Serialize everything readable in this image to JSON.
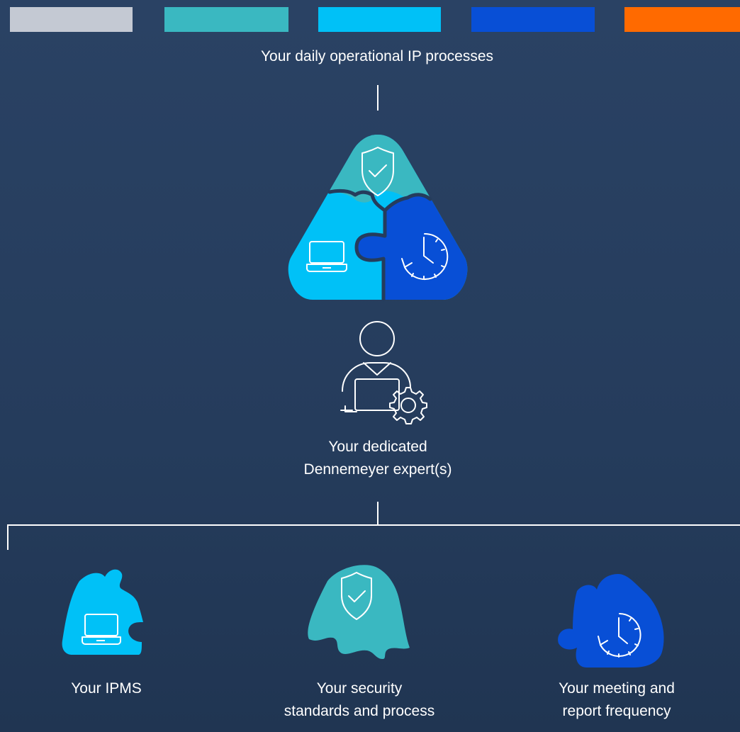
{
  "colors": {
    "background": "#263e5f",
    "bars": [
      "#c4c9d3",
      "#3ab8c1",
      "#00c1f7",
      "#084fd6",
      "#ff6a00"
    ],
    "teal": "#3ab8c1",
    "cyan": "#00c1f7",
    "blue": "#084fd6"
  },
  "heading": "Your daily operational IP processes",
  "expert": {
    "line1": "Your dedicated",
    "line2": "Dennemeyer expert(s)"
  },
  "items": [
    {
      "icon": "laptop-icon",
      "line1": "Your IPMS",
      "line2": ""
    },
    {
      "icon": "shield-check-icon",
      "line1": "Your security",
      "line2": "standards and process"
    },
    {
      "icon": "clock-icon",
      "line1": "Your meeting and",
      "line2": "report frequency"
    }
  ]
}
